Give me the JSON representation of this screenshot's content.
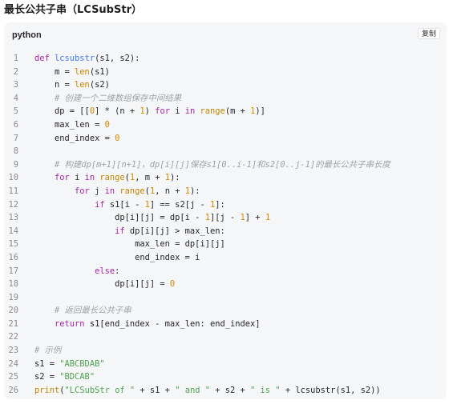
{
  "heading": "最长公共子串（LCSubStr）",
  "code_block": {
    "language": "python",
    "copy_label": "复制",
    "lines": [
      {
        "n": "1",
        "tokens": [
          [
            "k",
            "def "
          ],
          [
            "f",
            "lcsubstr"
          ],
          [
            "",
            "(s1, s2):"
          ]
        ]
      },
      {
        "n": "2",
        "tokens": [
          [
            "",
            "    m = "
          ],
          [
            "b",
            "len"
          ],
          [
            "",
            "(s1)"
          ]
        ]
      },
      {
        "n": "3",
        "tokens": [
          [
            "",
            "    n = "
          ],
          [
            "b",
            "len"
          ],
          [
            "",
            "(s2)"
          ]
        ]
      },
      {
        "n": "4",
        "tokens": [
          [
            "c",
            "    # 创建一个二维数组保存中间结果"
          ]
        ]
      },
      {
        "n": "5",
        "tokens": [
          [
            "",
            "    dp = [["
          ],
          [
            "n",
            "0"
          ],
          [
            "",
            "] * (n + "
          ],
          [
            "n",
            "1"
          ],
          [
            "",
            ") "
          ],
          [
            "k",
            "for"
          ],
          [
            "",
            " i "
          ],
          [
            "k",
            "in"
          ],
          [
            "",
            " "
          ],
          [
            "b",
            "range"
          ],
          [
            "",
            "(m + "
          ],
          [
            "n",
            "1"
          ],
          [
            "",
            ")]"
          ]
        ]
      },
      {
        "n": "6",
        "tokens": [
          [
            "",
            "    max_len = "
          ],
          [
            "n",
            "0"
          ]
        ]
      },
      {
        "n": "7",
        "tokens": [
          [
            "",
            "    end_index = "
          ],
          [
            "n",
            "0"
          ]
        ]
      },
      {
        "n": "8",
        "tokens": []
      },
      {
        "n": "9",
        "tokens": [
          [
            "c",
            "    # 构建dp[m+1][n+1]，dp[i][j]保存s1[0..i-1]和s2[0..j-1]的最长公共子串长度"
          ]
        ]
      },
      {
        "n": "10",
        "tokens": [
          [
            "",
            "    "
          ],
          [
            "k",
            "for"
          ],
          [
            "",
            " i "
          ],
          [
            "k",
            "in"
          ],
          [
            "",
            " "
          ],
          [
            "b",
            "range"
          ],
          [
            "",
            "("
          ],
          [
            "n",
            "1"
          ],
          [
            "",
            ", m + "
          ],
          [
            "n",
            "1"
          ],
          [
            "",
            "):"
          ]
        ]
      },
      {
        "n": "11",
        "tokens": [
          [
            "",
            "        "
          ],
          [
            "k",
            "for"
          ],
          [
            "",
            " j "
          ],
          [
            "k",
            "in"
          ],
          [
            "",
            " "
          ],
          [
            "b",
            "range"
          ],
          [
            "",
            "("
          ],
          [
            "n",
            "1"
          ],
          [
            "",
            ", n + "
          ],
          [
            "n",
            "1"
          ],
          [
            "",
            "):"
          ]
        ]
      },
      {
        "n": "12",
        "tokens": [
          [
            "",
            "            "
          ],
          [
            "k",
            "if"
          ],
          [
            "",
            " s1[i - "
          ],
          [
            "n",
            "1"
          ],
          [
            "",
            "] == s2[j - "
          ],
          [
            "n",
            "1"
          ],
          [
            "",
            "]:"
          ]
        ]
      },
      {
        "n": "13",
        "tokens": [
          [
            "",
            "                dp[i][j] = dp[i - "
          ],
          [
            "n",
            "1"
          ],
          [
            "",
            "][j - "
          ],
          [
            "n",
            "1"
          ],
          [
            "",
            "] + "
          ],
          [
            "n",
            "1"
          ]
        ]
      },
      {
        "n": "14",
        "tokens": [
          [
            "",
            "                "
          ],
          [
            "k",
            "if"
          ],
          [
            "",
            " dp[i][j] > max_len:"
          ]
        ]
      },
      {
        "n": "15",
        "tokens": [
          [
            "",
            "                    max_len = dp[i][j]"
          ]
        ]
      },
      {
        "n": "16",
        "tokens": [
          [
            "",
            "                    end_index = i"
          ]
        ]
      },
      {
        "n": "17",
        "tokens": [
          [
            "",
            "            "
          ],
          [
            "k",
            "else"
          ],
          [
            "",
            ":"
          ]
        ]
      },
      {
        "n": "18",
        "tokens": [
          [
            "",
            "                dp[i][j] = "
          ],
          [
            "n",
            "0"
          ]
        ]
      },
      {
        "n": "19",
        "tokens": []
      },
      {
        "n": "20",
        "tokens": [
          [
            "c",
            "    # 返回最长公共子串"
          ]
        ]
      },
      {
        "n": "21",
        "tokens": [
          [
            "",
            "    "
          ],
          [
            "k",
            "return"
          ],
          [
            "",
            " s1[end_index - max_len: end_index]"
          ]
        ]
      },
      {
        "n": "22",
        "tokens": []
      },
      {
        "n": "23",
        "tokens": [
          [
            "c",
            "# 示例"
          ]
        ]
      },
      {
        "n": "24",
        "tokens": [
          [
            "",
            "s1 = "
          ],
          [
            "s",
            "\"ABCBDAB\""
          ]
        ]
      },
      {
        "n": "25",
        "tokens": [
          [
            "",
            "s2 = "
          ],
          [
            "s",
            "\"BDCAB\""
          ]
        ]
      },
      {
        "n": "26",
        "tokens": [
          [
            "b",
            "print"
          ],
          [
            "",
            "("
          ],
          [
            "s",
            "\"LCSubStr of \""
          ],
          [
            "",
            " + s1 + "
          ],
          [
            "s",
            "\" and \""
          ],
          [
            "",
            " + s2 + "
          ],
          [
            "s",
            "\" is \""
          ],
          [
            "",
            " + lcsubstr(s1, s2))"
          ]
        ]
      }
    ]
  }
}
